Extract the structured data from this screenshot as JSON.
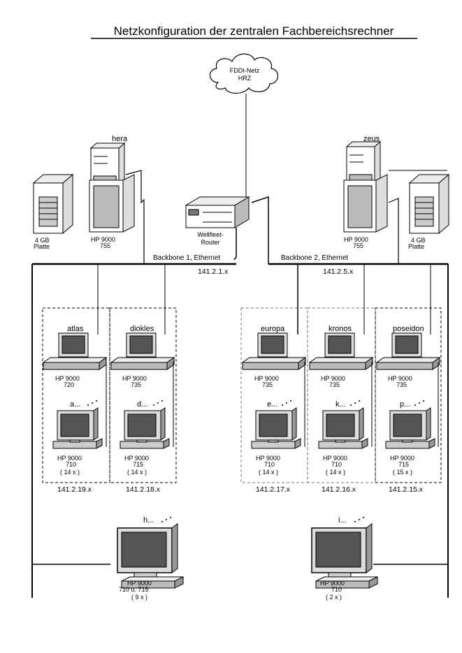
{
  "title": "Netzkonfiguration der zentralen Fachbereichsrechner",
  "cloud": {
    "line1": "FDDI-Netz",
    "line2": "HRZ"
  },
  "router": {
    "line1": "Wellfleet-",
    "line2": "Router"
  },
  "backbones": [
    {
      "label": "Backbone 1, Ethernet",
      "net": "141.2.1.x"
    },
    {
      "label": "Backbone 2, Ethernet",
      "net": "141.2.5.x"
    }
  ],
  "servers": [
    {
      "name": "hera",
      "model": "HP 9000",
      "type": "755"
    },
    {
      "name": "zeus",
      "model": "HP 9000",
      "type": "755"
    }
  ],
  "disks": [
    {
      "line1": "4 GB",
      "line2": "Platte"
    },
    {
      "line1": "4 GB",
      "line2": "Platte"
    }
  ],
  "segments": [
    {
      "name": "atlas",
      "srv_model": "HP 9000",
      "srv_type": "720",
      "ws_prefix": "a...",
      "ws_model": "HP 9000",
      "ws_type": "710",
      "ws_count": "( 14 x )",
      "net": "141.2.19.x"
    },
    {
      "name": "diokles",
      "srv_model": "HP 9000",
      "srv_type": "735",
      "ws_prefix": "d...",
      "ws_model": "HP 9000",
      "ws_type": "715",
      "ws_count": "( 14 x )",
      "net": "141.2.18.x"
    },
    {
      "name": "europa",
      "srv_model": "HP 9000",
      "srv_type": "735",
      "ws_prefix": "e...",
      "ws_model": "HP 9000",
      "ws_type": "710",
      "ws_count": "( 14 x )",
      "net": "141.2.17.x"
    },
    {
      "name": "kronos",
      "srv_model": "HP 9000",
      "srv_type": "735",
      "ws_prefix": "k...",
      "ws_model": "HP 9000",
      "ws_type": "710",
      "ws_count": "( 14 x )",
      "net": "141.2.16.x"
    },
    {
      "name": "poseidon",
      "srv_model": "HP 9000",
      "srv_type": "735",
      "ws_prefix": "p...",
      "ws_model": "HP 9000",
      "ws_type": "715",
      "ws_count": "( 15 x )",
      "net": "141.2.15.x"
    }
  ],
  "bottom_workstations": [
    {
      "prefix": "h...",
      "model": "HP 9000",
      "type": "710 u. 715",
      "count": "( 9 x )"
    },
    {
      "prefix": "i...",
      "model": "HP 9000",
      "type": "710",
      "count": "( 2 x )"
    }
  ]
}
